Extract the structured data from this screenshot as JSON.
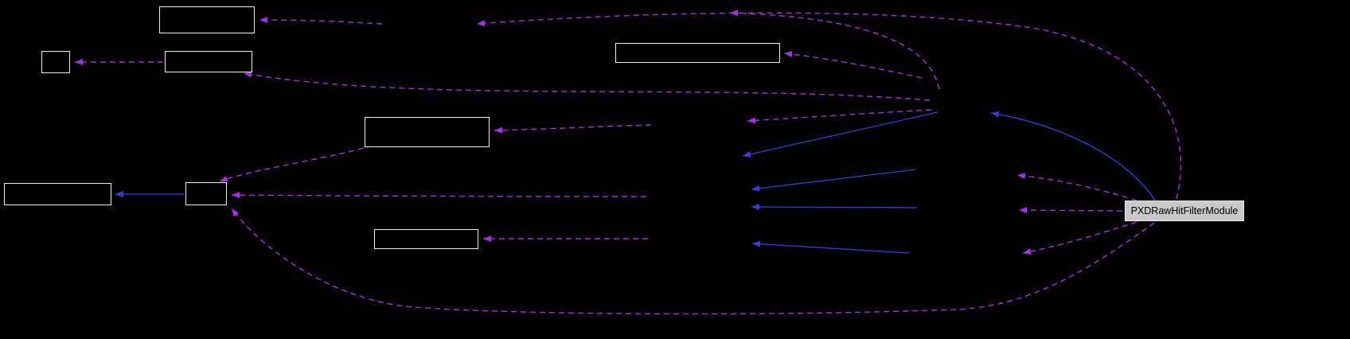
{
  "diagram": {
    "type": "collaboration-graph",
    "highlight_node": {
      "label": "PXDRawHitFilterModule"
    },
    "unlabeled_node_count": 8,
    "colors": {
      "background": "#000000",
      "node_border": "#EDEDED",
      "node_fill": "#000000",
      "highlight_fill": "#C9C9C9",
      "highlight_text": "#000000",
      "dashed_edge": "#AB2BEA",
      "solid_edge": "#3B3BDC"
    }
  }
}
